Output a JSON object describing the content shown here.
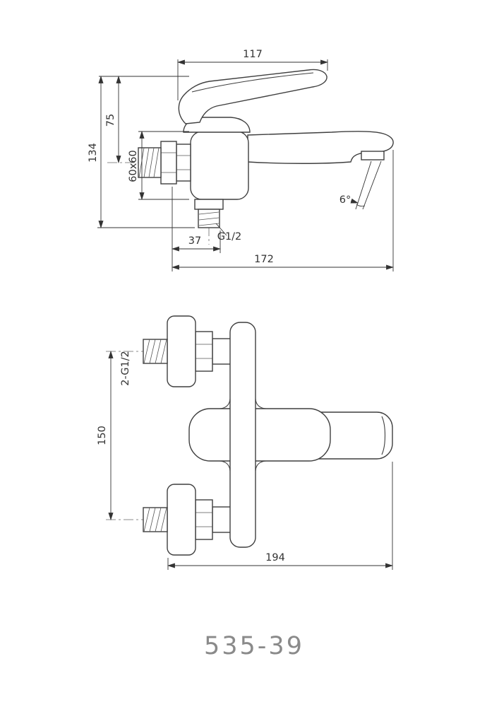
{
  "drawing": {
    "side_view": {
      "spout_reach": "117",
      "handle_height": "75",
      "total_height": "134",
      "body_flange": "60x60",
      "outlet_thread": "G1/2",
      "outlet_offset": "37",
      "overall_reach": "172",
      "spray_angle": "6°"
    },
    "plan_view": {
      "inlet_thread": "2-G1/2",
      "inlet_spacing": "150",
      "overall_width": "194"
    },
    "model_number": "535-39"
  }
}
